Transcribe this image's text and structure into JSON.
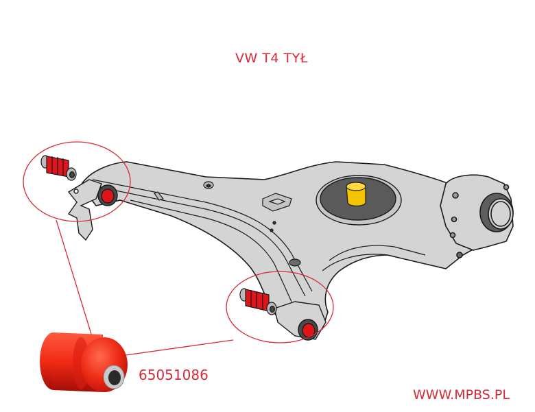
{
  "title": "VW T4 TYŁ",
  "part_number": "65051086",
  "website": "WWW.MPBS.PL",
  "colors": {
    "accent_red": "#d62a35",
    "bushing_red": "#e0151b",
    "arm_gray": "#d4d4d4",
    "dark_gray": "#5a5a5a",
    "bump_stop_yellow": "#f5c400"
  }
}
